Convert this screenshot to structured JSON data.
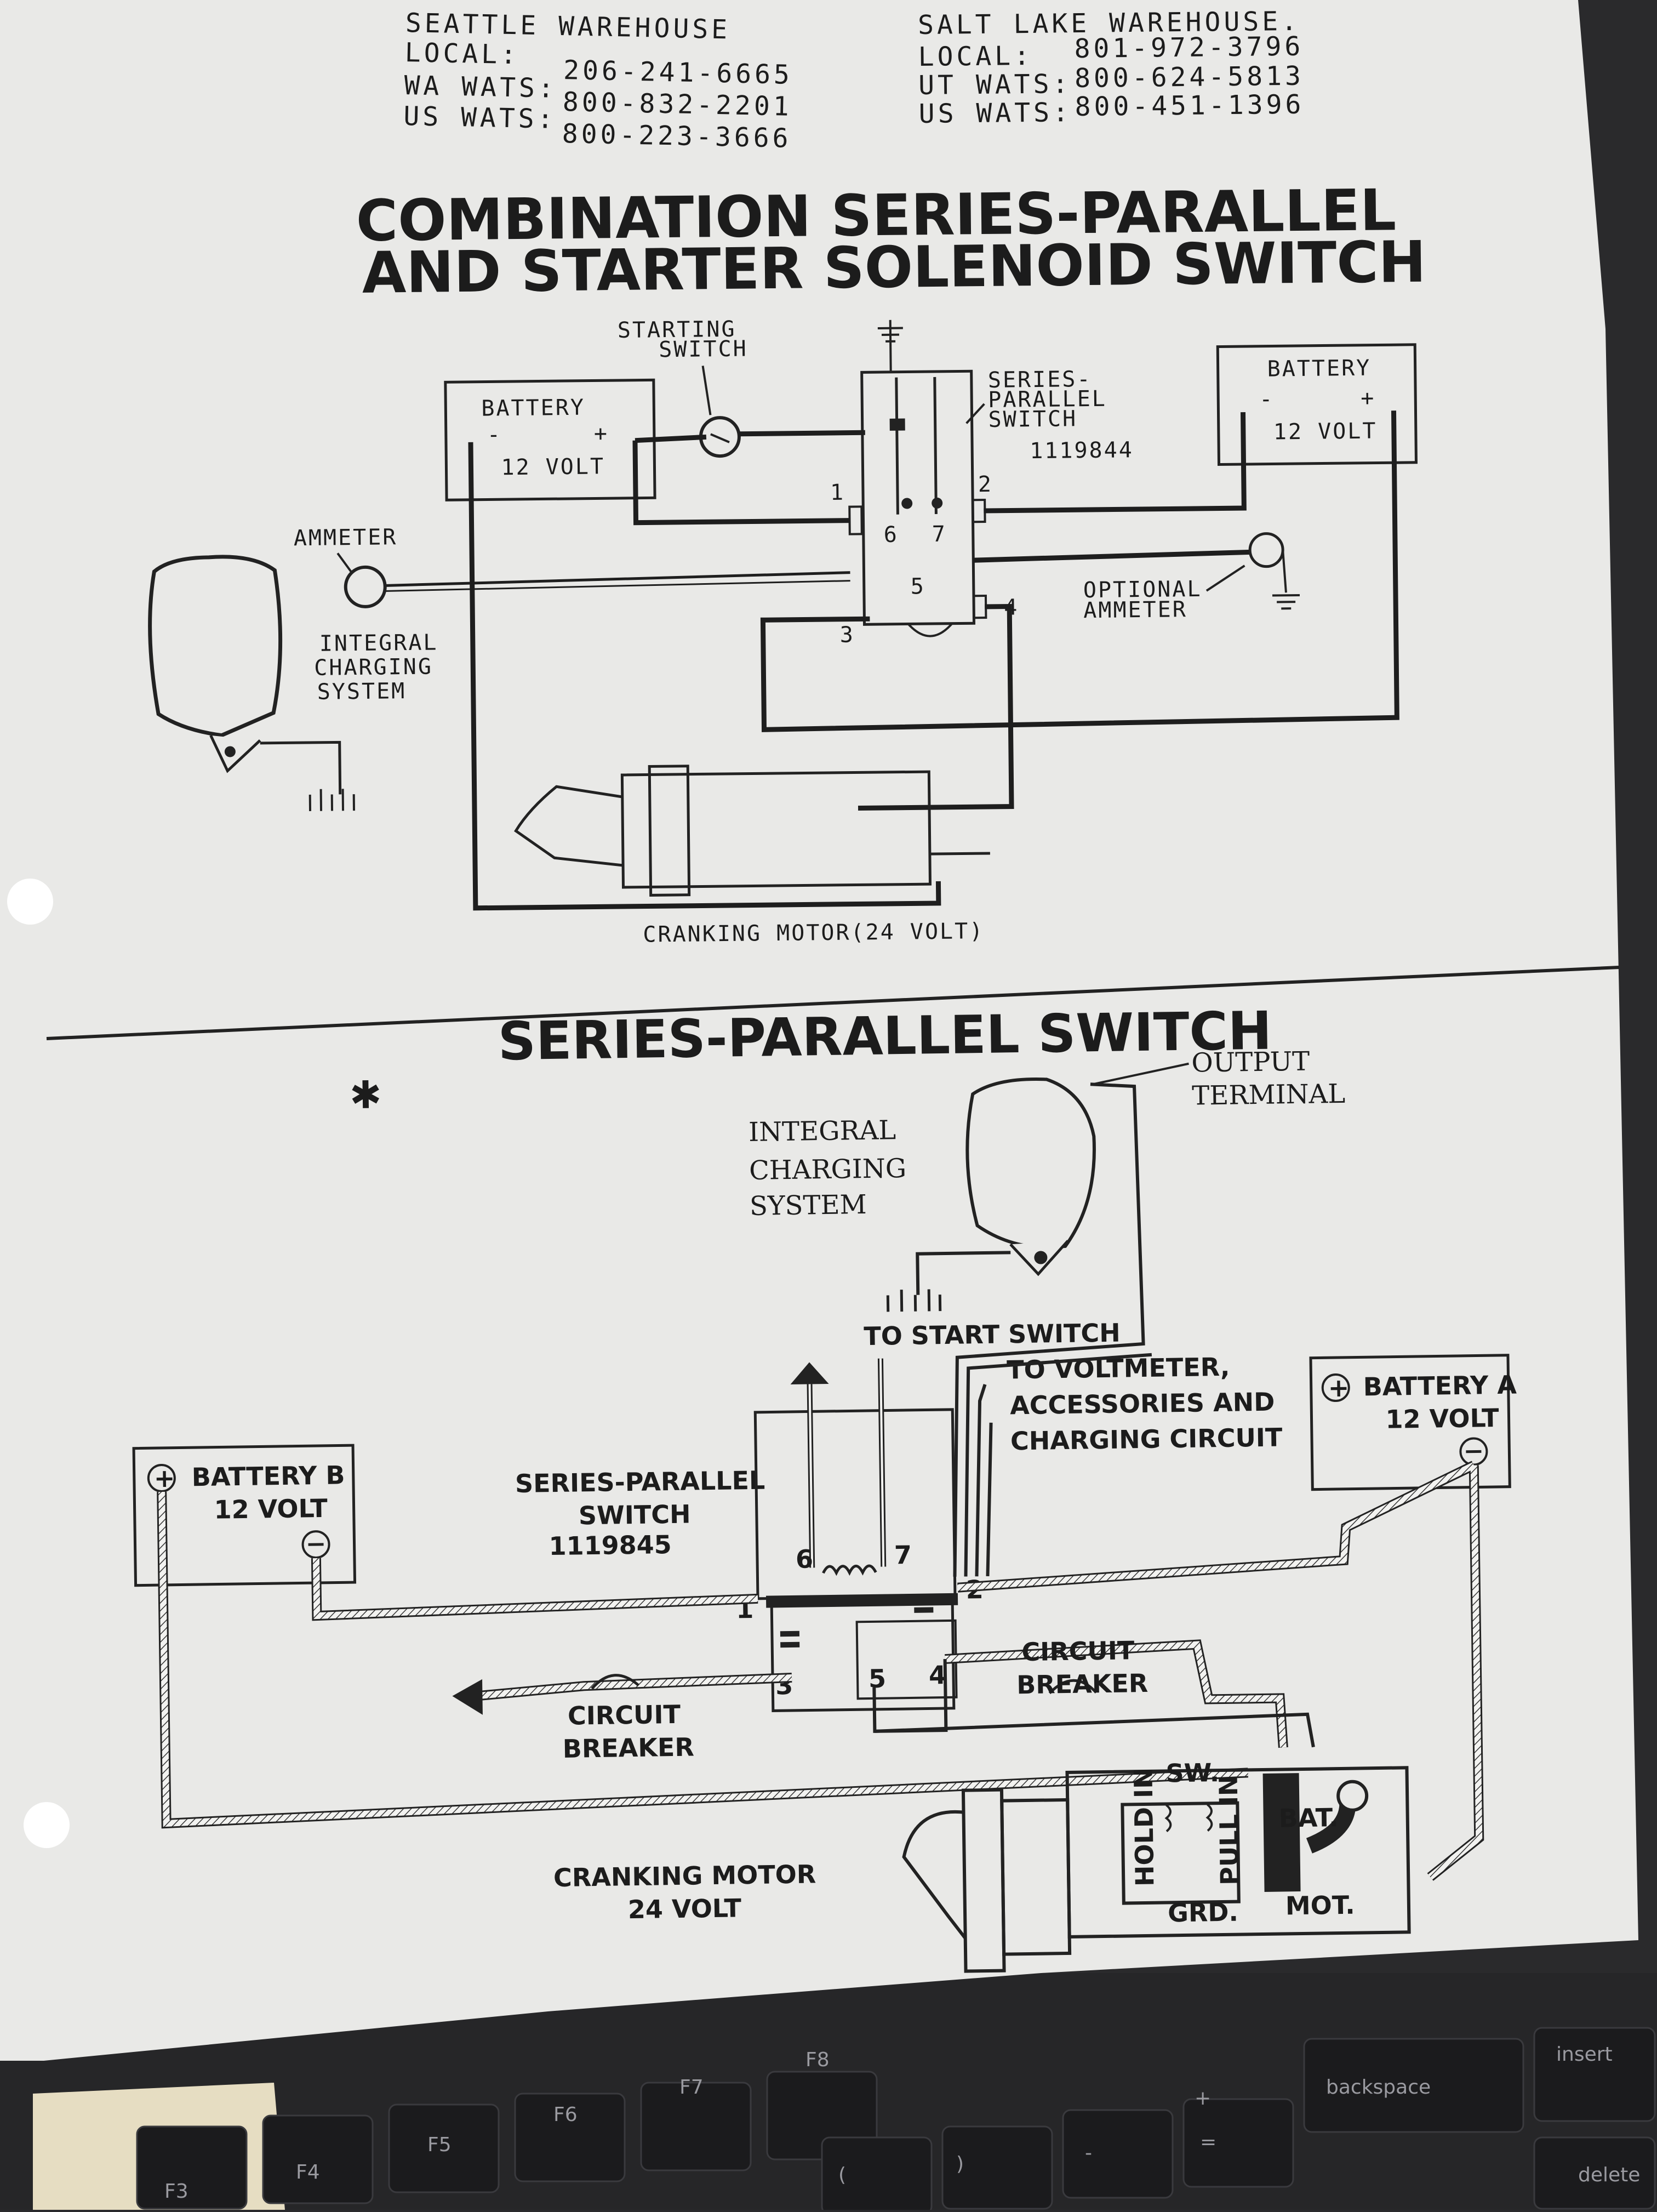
{
  "header": {
    "seattle": {
      "name": "SEATTLE WAREHOUSE",
      "local_label": "LOCAL:",
      "local": "206-241-6665",
      "wa_label": "WA WATS:",
      "wa": "800-832-2201",
      "us_label": "US WATS:",
      "us": "800-223-3666"
    },
    "saltlake": {
      "name": "SALT LAKE WAREHOUSE.",
      "local_label": "LOCAL:",
      "local": "801-972-3796",
      "ut_label": "UT WATS:",
      "ut": "800-624-5813",
      "us_label": "US WATS:",
      "us": "800-451-1396"
    }
  },
  "diagram1": {
    "title_line1": "COMBINATION SERIES-PARALLEL",
    "title_line2": "AND STARTER SOLENOID SWITCH",
    "starting_switch_1": "STARTING",
    "starting_switch_2": "SWITCH",
    "battery_left": "BATTERY",
    "battery_left_volt": "12 VOLT",
    "battery_right": "BATTERY",
    "battery_right_volt": "12 VOLT",
    "minus": "-",
    "plus": "+",
    "sp_switch_1": "SERIES-",
    "sp_switch_2": "PARALLEL",
    "sp_switch_3": "SWITCH",
    "sp_part": "1119844",
    "ammeter": "AMMETER",
    "optional_ammeter_1": "OPTIONAL",
    "optional_ammeter_2": "AMMETER",
    "integral_1": "INTEGRAL",
    "integral_2": "CHARGING",
    "integral_3": "SYSTEM",
    "cranking": "CRANKING MOTOR(24 VOLT)",
    "terminals": [
      "1",
      "2",
      "3",
      "4",
      "5",
      "6",
      "7"
    ]
  },
  "diagram2": {
    "title": "SERIES-PARALLEL SWITCH",
    "output_1": "OUTPUT",
    "output_2": "TERMINAL",
    "integral_1": "INTEGRAL",
    "integral_2": "CHARGING",
    "integral_3": "SYSTEM",
    "to_start": "TO START SWITCH",
    "to_voltmeter_1": "TO VOLTMETER,",
    "to_voltmeter_2": "ACCESSORIES AND",
    "to_voltmeter_3": "CHARGING CIRCUIT",
    "battery_a": "BATTERY A",
    "battery_a_volt": "12 VOLT",
    "battery_b": "BATTERY B",
    "battery_b_volt": "12 VOLT",
    "sp_switch_1": "SERIES-PARALLEL",
    "sp_switch_2": "SWITCH",
    "sp_part": "1119845",
    "circuit_breaker_1": "CIRCUIT",
    "circuit_breaker_2": "BREAKER",
    "circuit_breaker_right_1": "CIRCUIT",
    "circuit_breaker_right_2": "BREAKER",
    "cranking_1": "CRANKING MOTOR",
    "cranking_2": "24 VOLT",
    "sw": "SW.",
    "bat": "BAT.",
    "grd": "GRD.",
    "mot": "MOT.",
    "hold_in": "HOLD IN",
    "pull_in": "PULL IN",
    "terminals": [
      "1",
      "2",
      "3",
      "4",
      "5",
      "6",
      "7"
    ]
  },
  "keyboard": {
    "keys": [
      "F3",
      "F4",
      "F5",
      "F6",
      "F7",
      "F8",
      "backspace",
      "insert",
      "delete",
      "(",
      ")",
      "-",
      "+",
      "="
    ]
  }
}
